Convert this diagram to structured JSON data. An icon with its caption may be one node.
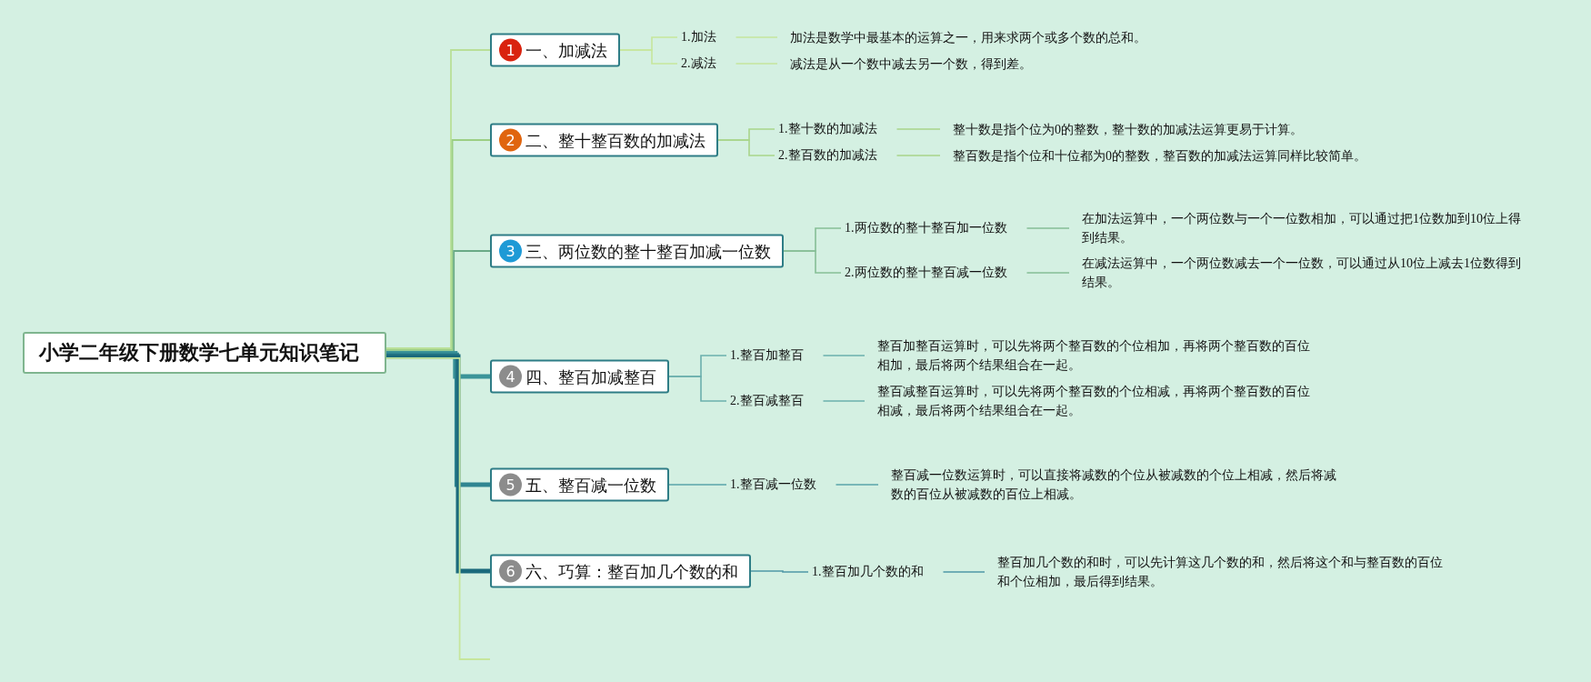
{
  "diagram": {
    "nodes": [
      {
        "text": [
          "小学二年级下册数学七单元知识笔记"
        ]
      },
      {
        "text": [
          "1",
          "一、加减法"
        ]
      },
      {
        "text": [
          "1.加法"
        ]
      },
      {
        "text": [
          "加法是数学中最基本的运算之一，用来求两个或多个数的总和。"
        ]
      },
      {
        "text": [
          "2.减法"
        ]
      },
      {
        "text": [
          "减法是从一个数中减去另一个数，得到差。"
        ]
      },
      {
        "text": [
          "2",
          "二、整十整百数的加减法"
        ]
      },
      {
        "text": [
          "1.整十数的加减法"
        ]
      },
      {
        "text": [
          "整十数是指个位为0的整数，整十数的加减法运算更易于计算。"
        ]
      },
      {
        "text": [
          "2.整百数的加减法"
        ]
      },
      {
        "text": [
          "整百数是指个位和十位都为0的整数，整百数的加减法运算同样比较简单。"
        ]
      },
      {
        "text": [
          "3",
          "三、两位数的整十整百加减一位数"
        ]
      },
      {
        "text": [
          "1.两位数的整十整百加一位数"
        ]
      },
      {
        "text": [
          "在加法运算中，一个两位数与一个一位数相加，可以通过把1位数加到10位上得到结果。"
        ]
      },
      {
        "text": [
          "2.两位数的整十整百减一位数"
        ]
      },
      {
        "text": [
          "在减法运算中，一个两位数减去一个一位数，可以通过从10位上减去1位数得到结果。"
        ]
      },
      {
        "text": [
          "4",
          "四、整百加减整百"
        ]
      },
      {
        "text": [
          "1.整百加整百"
        ]
      },
      {
        "text": [
          "整百加整百运算时，可以先将两个整百数的个位相加，再将两个整百数的百位相加，最后将两个结果组合在一起。"
        ]
      },
      {
        "text": [
          "2.整百减整百"
        ]
      },
      {
        "text": [
          "整百减整百运算时，可以先将两个整百数的个位相减，再将两个整百数的百位相减，最后将两个结果组合在一起。"
        ]
      },
      {
        "text": [
          "5",
          "五、整百减一位数"
        ]
      },
      {
        "text": [
          "1.整百减一位数"
        ]
      },
      {
        "text": [
          "整百减一位数运算时，可以直接将减数的个位从被减数的个位上相减，然后将减数的百位从被减数的百位上相减。"
        ]
      },
      {
        "text": [
          "6",
          "六、巧算：整百加几个数的和"
        ]
      },
      {
        "text": [
          "1.整百加几个数的和"
        ]
      },
      {
        "text": [
          "整百加几个数的和时，可以先计算这几个数的和，然后将这个和与整百数的百位和个位相加，最后得到结果。"
        ]
      }
    ],
    "edges": [
      {
        "from": 0,
        "to": 1,
        "arrow": "none",
        "color": "#b9df98"
      },
      {
        "from": 0,
        "to": 6,
        "arrow": "none",
        "color": "#9ccf84"
      },
      {
        "from": 0,
        "to": 11,
        "arrow": "none",
        "color": "#6aaa86"
      },
      {
        "from": 0,
        "to": 16,
        "arrow": "none",
        "style": "thick",
        "color": "#3b9499"
      },
      {
        "from": 0,
        "to": 21,
        "arrow": "none",
        "style": "thick",
        "color": "#2f8591"
      },
      {
        "from": 0,
        "to": 24,
        "arrow": "none",
        "style": "thick",
        "color": "#1b6a7c"
      },
      {
        "from": 0,
        "to": null,
        "arrow": "none",
        "color": "#c6e69c"
      },
      {
        "from": 1,
        "to": 2,
        "arrow": "none",
        "color": "#c6e69c"
      },
      {
        "from": 1,
        "to": 4,
        "arrow": "none",
        "color": "#c6e69c"
      },
      {
        "from": 2,
        "to": 3,
        "arrow": "none",
        "color": "#c6e69c"
      },
      {
        "from": 4,
        "to": 5,
        "arrow": "none",
        "color": "#c6e69c"
      },
      {
        "from": 6,
        "to": 7,
        "arrow": "none",
        "color": "#a8d58a"
      },
      {
        "from": 6,
        "to": 9,
        "arrow": "none",
        "color": "#a8d58a"
      },
      {
        "from": 7,
        "to": 8,
        "arrow": "none",
        "color": "#a8d58a"
      },
      {
        "from": 9,
        "to": 10,
        "arrow": "none",
        "color": "#a8d58a"
      },
      {
        "from": 11,
        "to": 12,
        "arrow": "none",
        "color": "#86be96"
      },
      {
        "from": 11,
        "to": 14,
        "arrow": "none",
        "color": "#86be96"
      },
      {
        "from": 12,
        "to": 13,
        "arrow": "none",
        "color": "#86be96"
      },
      {
        "from": 14,
        "to": 15,
        "arrow": "none",
        "color": "#86be96"
      },
      {
        "from": 16,
        "to": 17,
        "arrow": "none",
        "color": "#6bb0ad"
      },
      {
        "from": 16,
        "to": 19,
        "arrow": "none",
        "color": "#6bb0ad"
      },
      {
        "from": 17,
        "to": 18,
        "arrow": "none",
        "color": "#6bb0ad"
      },
      {
        "from": 19,
        "to": 20,
        "arrow": "none",
        "color": "#6bb0ad"
      },
      {
        "from": 21,
        "to": 22,
        "arrow": "none",
        "color": "#5aa5aa"
      },
      {
        "from": 22,
        "to": 23,
        "arrow": "none",
        "color": "#5aa5aa"
      },
      {
        "from": 24,
        "to": 25,
        "arrow": "none",
        "color": "#4f98a6"
      },
      {
        "from": 25,
        "to": 26,
        "arrow": "none",
        "color": "#4f98a6"
      }
    ]
  }
}
